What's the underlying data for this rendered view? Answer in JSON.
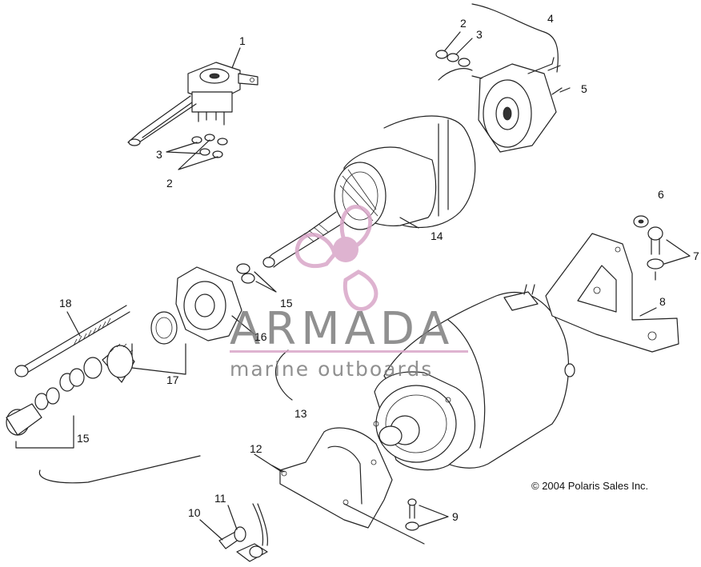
{
  "diagram": {
    "callouts": [
      {
        "id": "c1",
        "text": "1"
      },
      {
        "id": "c2a",
        "text": "2"
      },
      {
        "id": "c3a",
        "text": "3"
      },
      {
        "id": "c2b",
        "text": "2"
      },
      {
        "id": "c3b",
        "text": "3"
      },
      {
        "id": "c4",
        "text": "4"
      },
      {
        "id": "c5",
        "text": "5"
      },
      {
        "id": "c6",
        "text": "6"
      },
      {
        "id": "c7",
        "text": "7"
      },
      {
        "id": "c8",
        "text": "8"
      },
      {
        "id": "c9",
        "text": "9"
      },
      {
        "id": "c10",
        "text": "10"
      },
      {
        "id": "c11",
        "text": "11"
      },
      {
        "id": "c12",
        "text": "12"
      },
      {
        "id": "c13",
        "text": "13"
      },
      {
        "id": "c14",
        "text": "14"
      },
      {
        "id": "c15a",
        "text": "15"
      },
      {
        "id": "c15b",
        "text": "15"
      },
      {
        "id": "c16",
        "text": "16"
      },
      {
        "id": "c17",
        "text": "17"
      },
      {
        "id": "c18",
        "text": "18"
      }
    ],
    "copyright": "© 2004 Polaris Sales Inc."
  },
  "watermark": {
    "brand": "ARMADA",
    "tagline": "marine outboards",
    "accent_color": "#d9a6c8",
    "text_color": "#7d7d7d"
  }
}
